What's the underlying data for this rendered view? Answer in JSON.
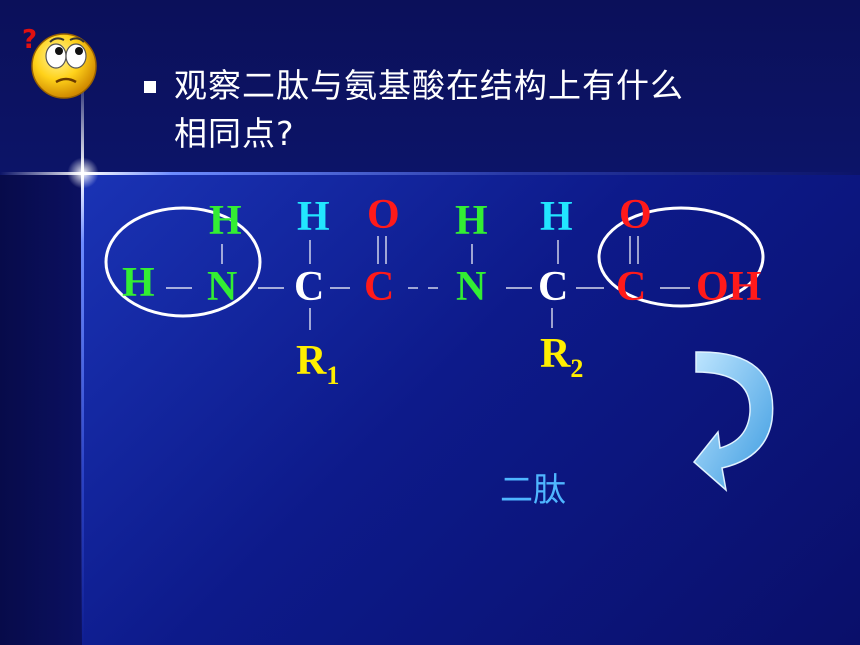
{
  "slide": {
    "question_text": "观察二肽与氨基酸在结构上有什么相同点?",
    "caption": "二肽"
  },
  "structure": {
    "atoms": {
      "h_left": "H",
      "h_over_n1": "H",
      "n1": "N",
      "h_over_c1": "H",
      "c1": "C",
      "o_over_c2": "O",
      "c2": "C",
      "h_over_n2": "H",
      "n2": "N",
      "h_over_c3": "H",
      "c3": "C",
      "o_over_c4": "O",
      "c4": "C",
      "oh": "OH"
    },
    "r1": {
      "letter": "R",
      "sub": "1"
    },
    "r2": {
      "letter": "R",
      "sub": "2"
    }
  },
  "colors": {
    "amino_green": "#33ee33",
    "hydrogen_cyan": "#22e6ff",
    "carbonyl_red": "#ff1a1a",
    "alpha_carbon_white": "#ffffff",
    "r_group_yellow": "#ffee00",
    "caption_blue": "#4fb6ff"
  },
  "icons": [
    "confused-face-icon",
    "curved-arrow-icon"
  ]
}
